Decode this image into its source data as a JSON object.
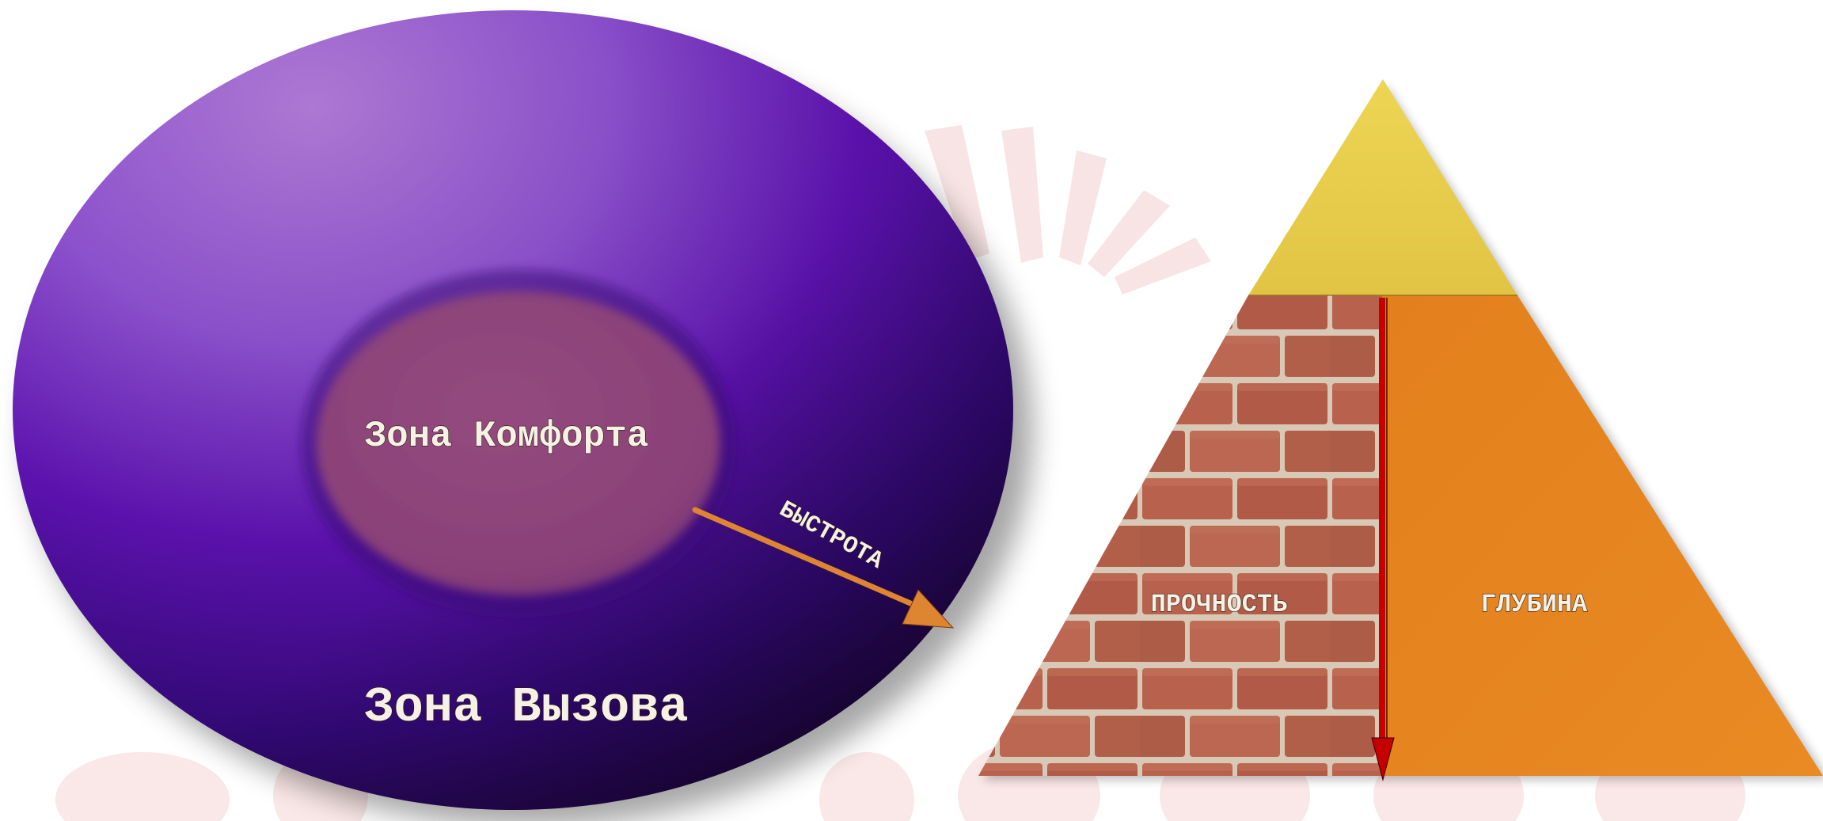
{
  "comfort_zone": {
    "label": "Зона Комфорта"
  },
  "challenge_zone": {
    "label": "Зона Вызова"
  },
  "arrow": {
    "label": "БЫСТРОТА"
  },
  "pyramid": {
    "left_label": "ПРОЧНОСТЬ",
    "right_label": "ГЛУБИНА"
  },
  "colors": {
    "challenge_outer": "#5b1aa8",
    "challenge_dark": "#1c0838",
    "comfort": "#8f4478",
    "arrow": "#dd8530",
    "pyramid_top": "#e7c94a",
    "pyramid_right": "#e4811f",
    "brick": "#b5604c",
    "divider": "#c40000",
    "watermark": "#f2c9c9"
  }
}
